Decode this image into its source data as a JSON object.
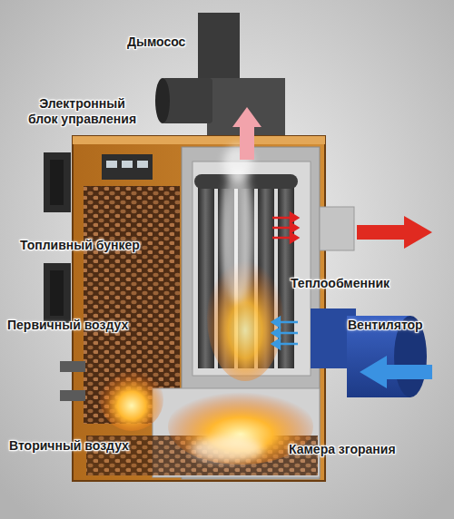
{
  "diagram": {
    "labels": [
      "Дымосос",
      "Электронный блок управления",
      "Топливный бункер",
      "Первичный воздух",
      "Теплообменник",
      "Вентилятор",
      "Вторичный воздух",
      "Камера згорания"
    ]
  }
}
